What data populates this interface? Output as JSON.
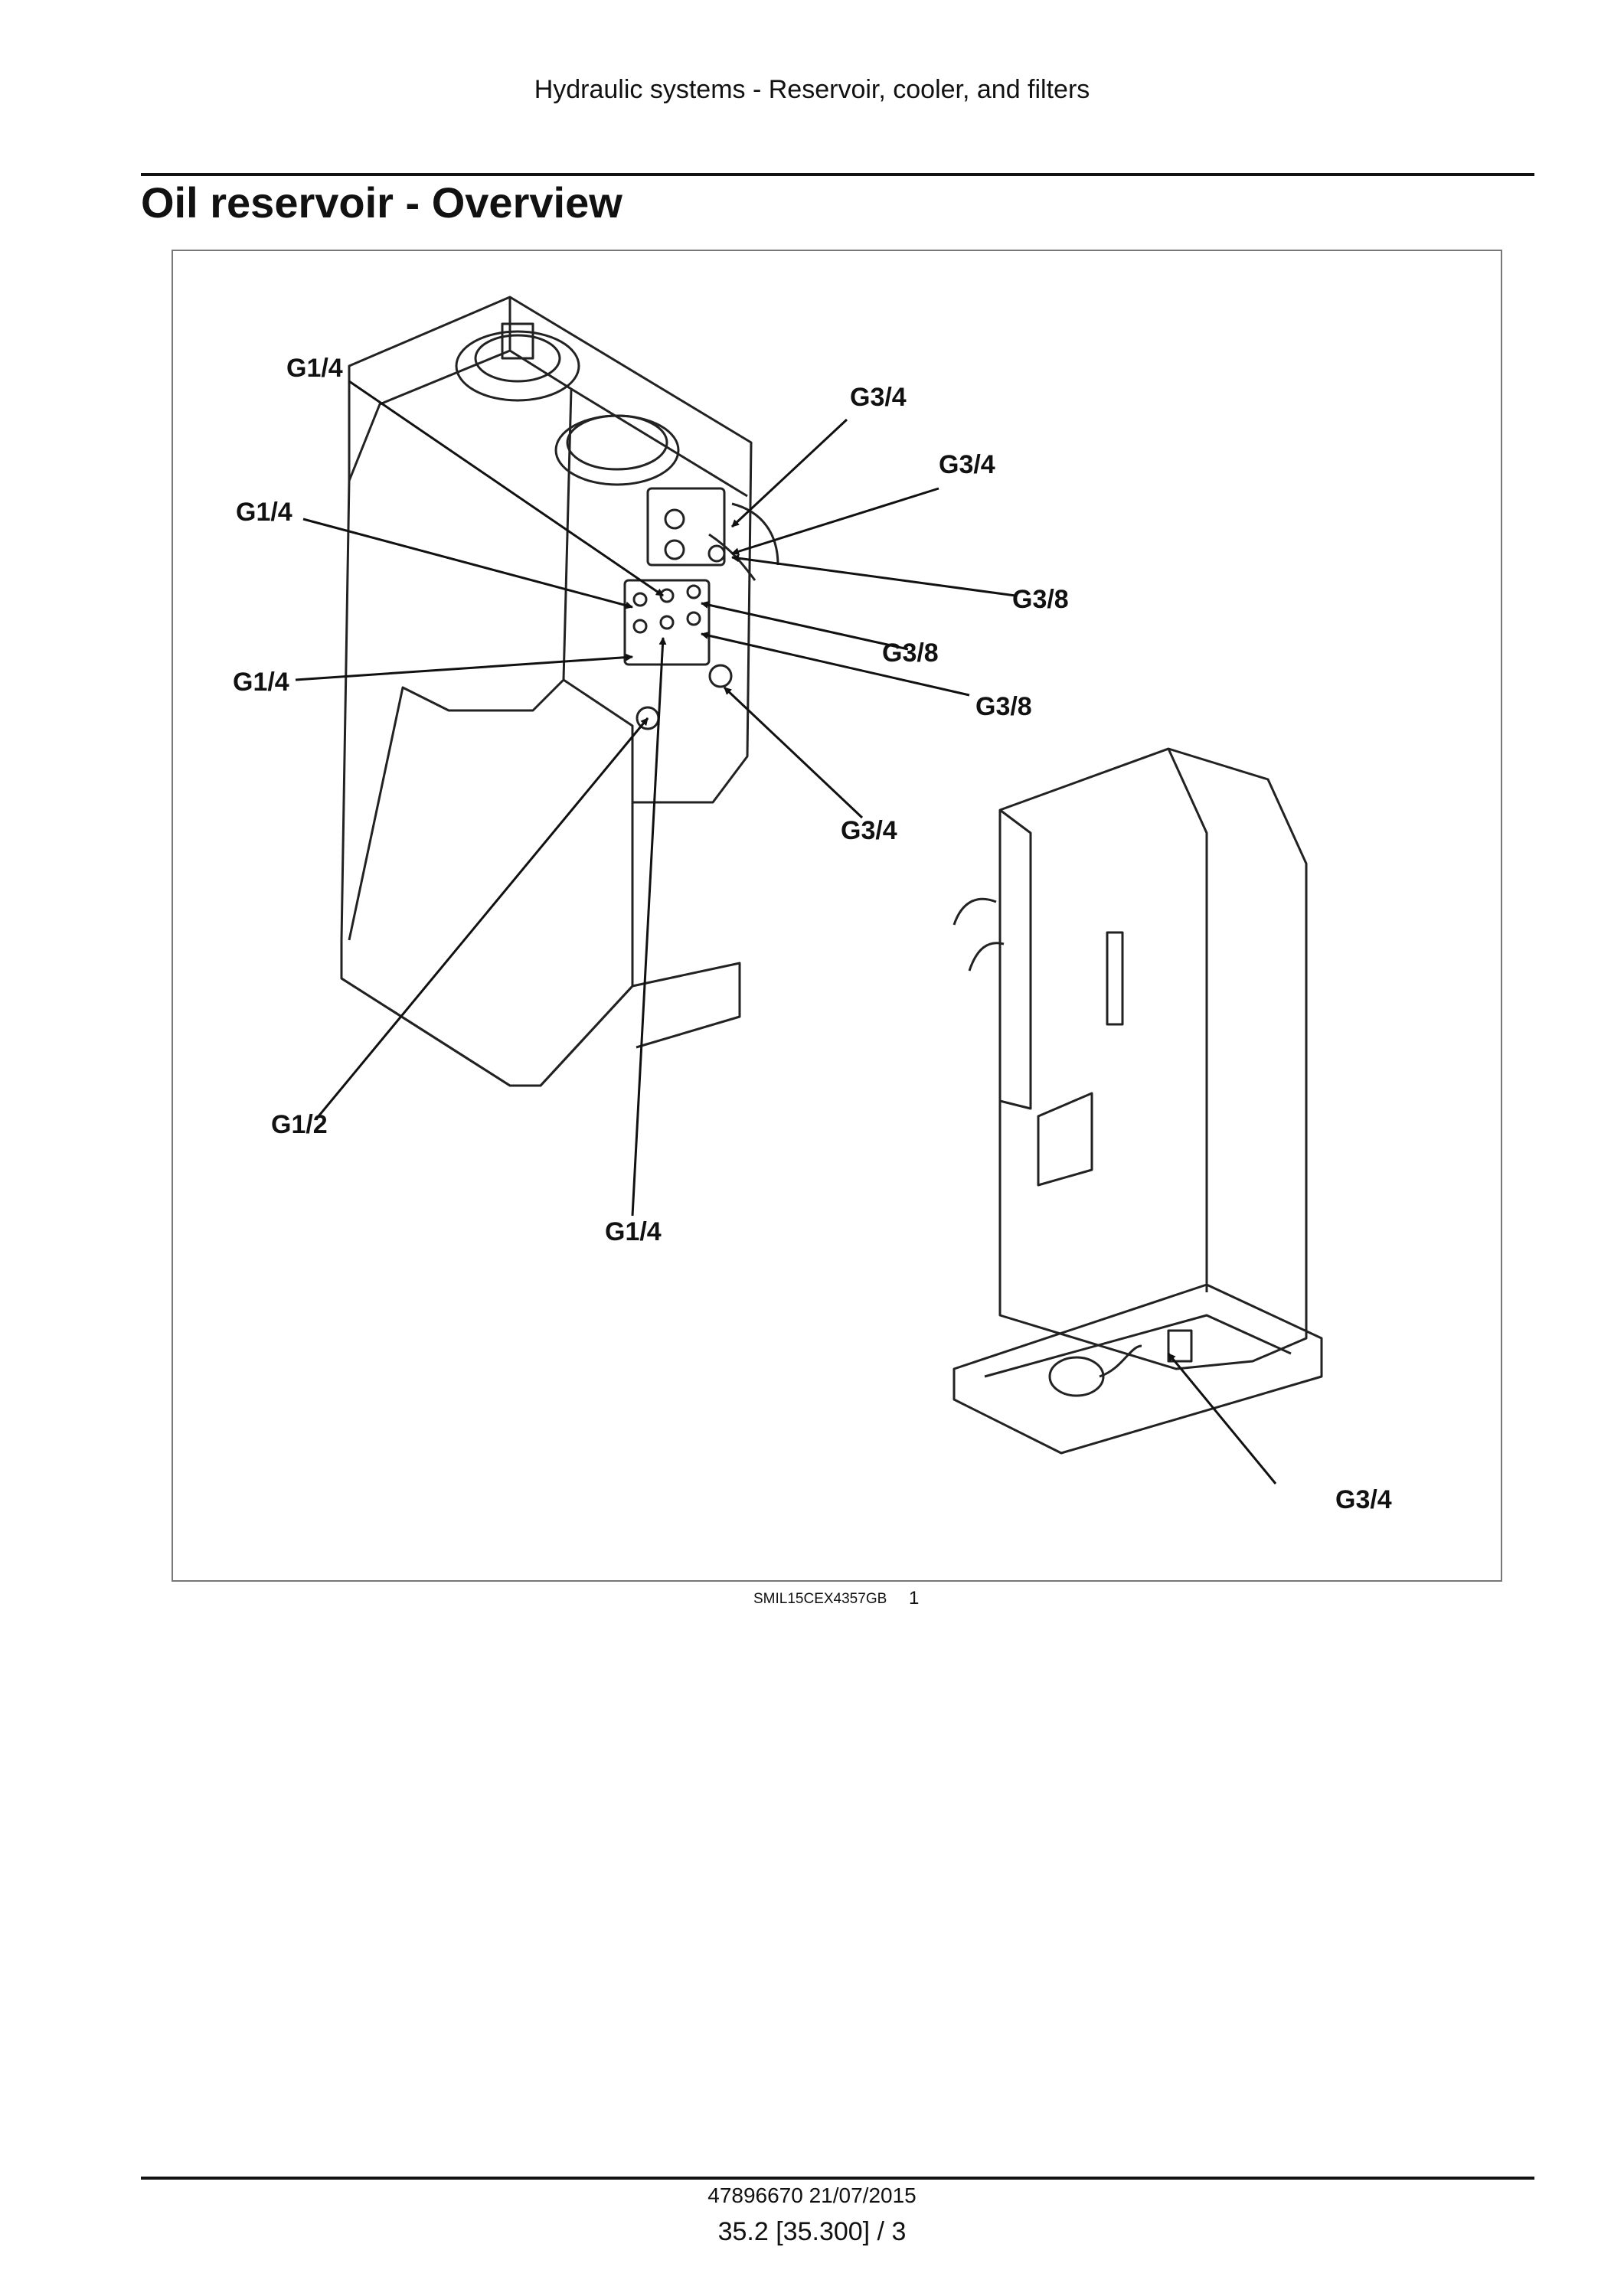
{
  "header": {
    "section_title": "Hydraulic systems - Reservoir, cooler, and filters"
  },
  "page": {
    "title": "Oil reservoir - Overview"
  },
  "figure": {
    "callouts": [
      "G1/4",
      "G3/4",
      "G3/4",
      "G1/4",
      "G3/8",
      "G3/8",
      "G1/4",
      "G3/8",
      "G3/4",
      "G1/2",
      "G1/4",
      "G3/4"
    ],
    "caption_code": "SMIL15CEX4357GB",
    "number": "1"
  },
  "footer": {
    "doc_ref": "47896670 21/07/2015",
    "page_ref": "35.2 [35.300] / 3"
  }
}
